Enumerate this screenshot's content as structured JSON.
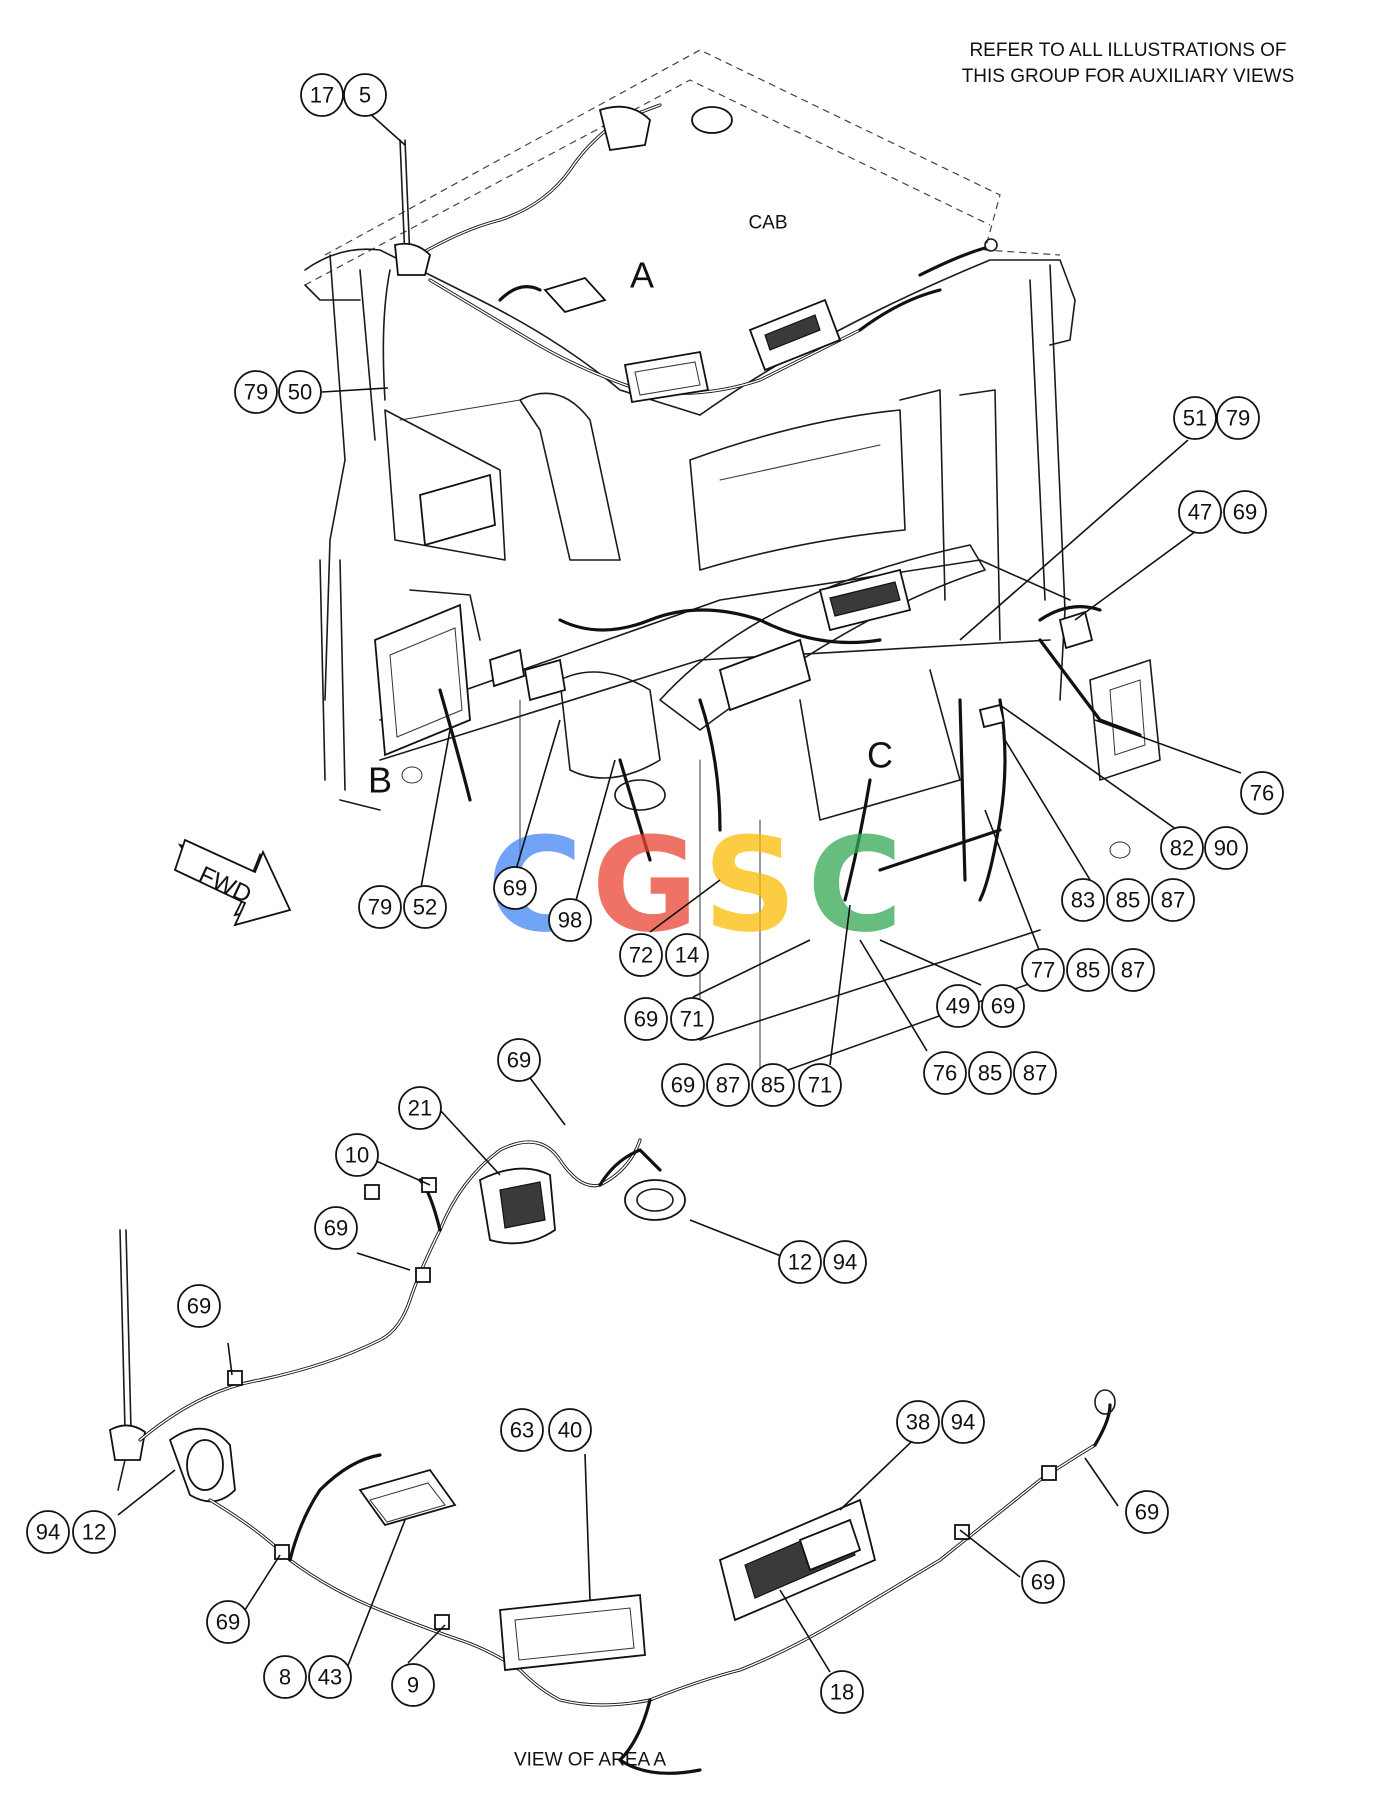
{
  "note": {
    "line1": "REFER TO ALL ILLUSTRATIONS OF",
    "line2": "THIS GROUP FOR AUXILIARY VIEWS"
  },
  "labels": {
    "cab": "CAB",
    "area_a": "A",
    "area_b": "B",
    "area_c": "C",
    "fwd": "FWD",
    "view_caption": "VIEW OF AREA A"
  },
  "watermark": {
    "letters": [
      "C",
      "G",
      "S",
      "C"
    ],
    "colors": [
      "#4285F4",
      "#EA4335",
      "#FBBC05",
      "#34A853"
    ]
  },
  "callouts": {
    "c01": [
      "17",
      "5"
    ],
    "c02": [
      "79",
      "50"
    ],
    "c03": [
      "51",
      "79"
    ],
    "c04": [
      "47",
      "69"
    ],
    "c05": [
      "76"
    ],
    "c06": [
      "82",
      "90"
    ],
    "c07": [
      "83",
      "85",
      "87"
    ],
    "c08": [
      "77",
      "85",
      "87"
    ],
    "c09": [
      "49",
      "69"
    ],
    "c10": [
      "76",
      "85",
      "87"
    ],
    "c11": [
      "69",
      "87",
      "85",
      "71"
    ],
    "c12": [
      "69",
      "71"
    ],
    "c13": [
      "72",
      "14"
    ],
    "c14": [
      "98"
    ],
    "c15": [
      "69"
    ],
    "c16": [
      "79",
      "52"
    ],
    "c17": [
      "69"
    ],
    "c18": [
      "21"
    ],
    "c19": [
      "10"
    ],
    "c20": [
      "69"
    ],
    "c21": [
      "12",
      "94"
    ],
    "c22": [
      "69"
    ],
    "c23": [
      "94",
      "12"
    ],
    "c24": [
      "63",
      "40"
    ],
    "c25": [
      "38",
      "94"
    ],
    "c26": [
      "69"
    ],
    "c27": [
      "69"
    ],
    "c28": [
      "69"
    ],
    "c29": [
      "8",
      "43"
    ],
    "c30": [
      "9"
    ],
    "c31": [
      "18"
    ]
  }
}
